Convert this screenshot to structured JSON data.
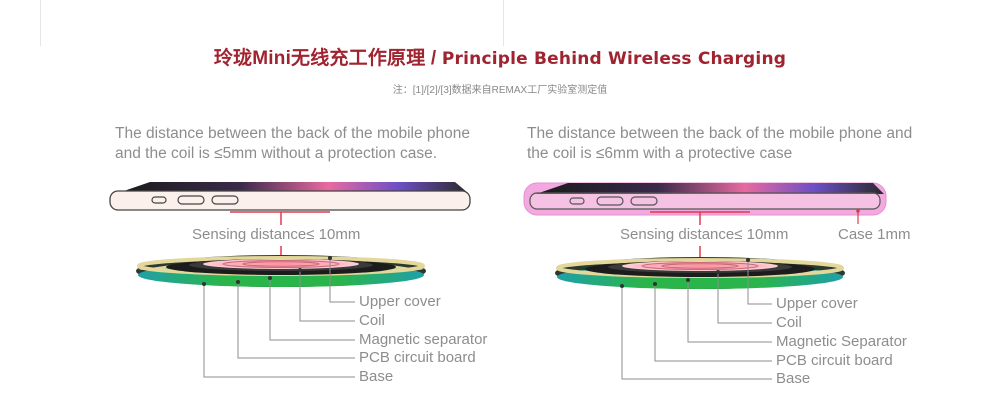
{
  "header": {
    "title_cn": "玲珑Mini无线充工作原理",
    "title_sep": " / ",
    "title_en": "Principle Behind Wireless Charging",
    "note": "注：[1]/[2]/[3]数据来自REMAX工厂实验室测定值"
  },
  "left_panel": {
    "description": "The distance between the back of the mobile phone and the coil is ≤5mm without a protection case.",
    "sensing_label": "Sensing distance≤ 10mm",
    "layers": [
      "Upper cover",
      "Coil",
      "Magnetic separator",
      "PCB circuit board",
      "Base"
    ]
  },
  "right_panel": {
    "description": "The distance between the back of the mobile phone and the coil is ≤6mm with a protective case",
    "sensing_label": "Sensing distance≤ 10mm",
    "case_label": "Case 1mm",
    "layers": [
      "Upper cover",
      "Coil",
      "Magnetic Separator",
      "PCB circuit board",
      "Base"
    ]
  },
  "colors": {
    "title": "#a02330",
    "text": "#8d8d8d",
    "accent_red": "#e03a4a",
    "case_pink": "#f2a9e0",
    "phone_body": "#fbf0ec",
    "coil_gold": "#e3d79c",
    "pad_green": "#27b24a"
  }
}
